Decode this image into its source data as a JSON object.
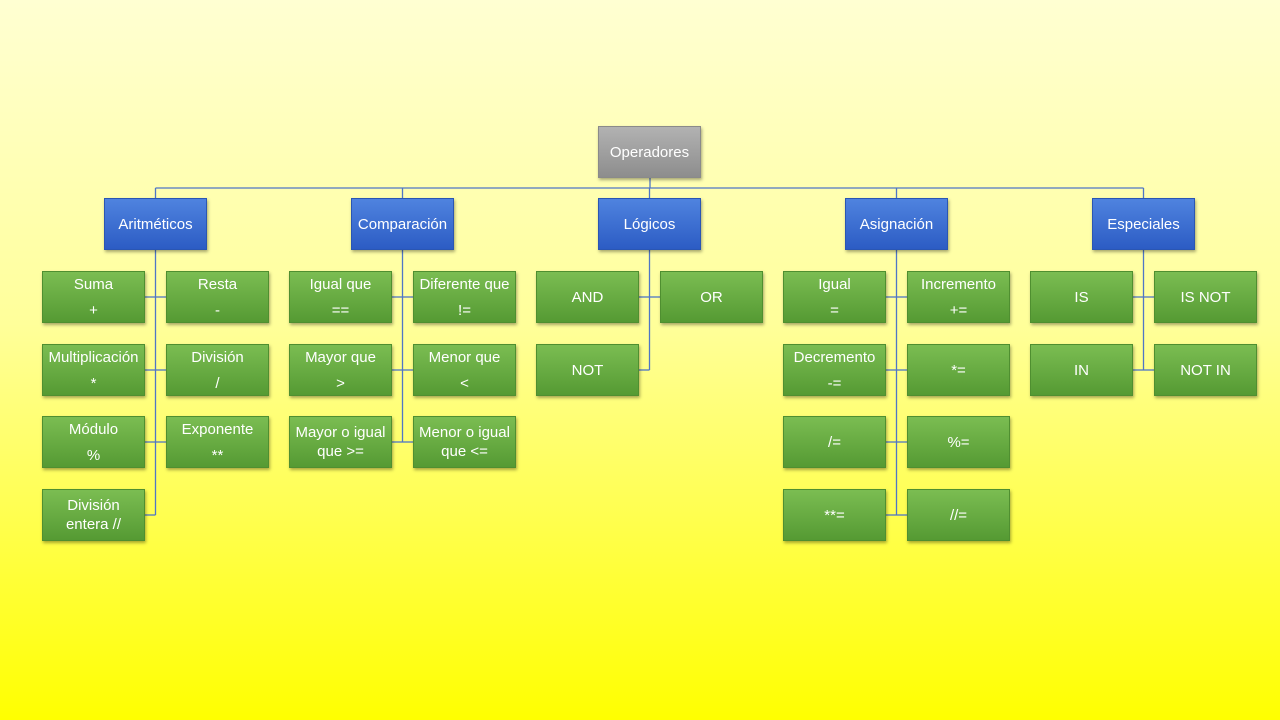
{
  "root": "Operadores",
  "colors": {
    "line": "#4f76c6",
    "root": "#9a9a9a",
    "category": "#3b6fd6",
    "leaf": "#66a841"
  },
  "categories": [
    {
      "name": "Aritméticos",
      "items": [
        [
          "Suma",
          "+"
        ],
        [
          "Resta",
          "-"
        ],
        [
          "Multiplicación",
          "*"
        ],
        [
          "División",
          "/"
        ],
        [
          "Módulo",
          "%"
        ],
        [
          "Exponente",
          "**"
        ],
        [
          "División",
          "entera //"
        ]
      ]
    },
    {
      "name": "Comparación",
      "items": [
        [
          "Igual que",
          "=="
        ],
        [
          "Diferente que",
          "!="
        ],
        [
          "Mayor que",
          ">"
        ],
        [
          "Menor que",
          "<"
        ],
        [
          "Mayor o igual",
          "que >="
        ],
        [
          "Menor o igual",
          "que <="
        ]
      ]
    },
    {
      "name": "Lógicos",
      "items": [
        [
          "AND"
        ],
        [
          "OR"
        ],
        [
          "NOT"
        ]
      ]
    },
    {
      "name": "Asignación",
      "items": [
        [
          "Igual",
          "="
        ],
        [
          "Incremento",
          "+="
        ],
        [
          "Decremento",
          "-="
        ],
        [
          "*="
        ],
        [
          "/="
        ],
        [
          "%="
        ],
        [
          "**="
        ],
        [
          "//="
        ]
      ]
    },
    {
      "name": "Especiales",
      "items": [
        [
          "IS"
        ],
        [
          "IS NOT"
        ],
        [
          "IN"
        ],
        [
          "NOT IN"
        ]
      ]
    }
  ]
}
